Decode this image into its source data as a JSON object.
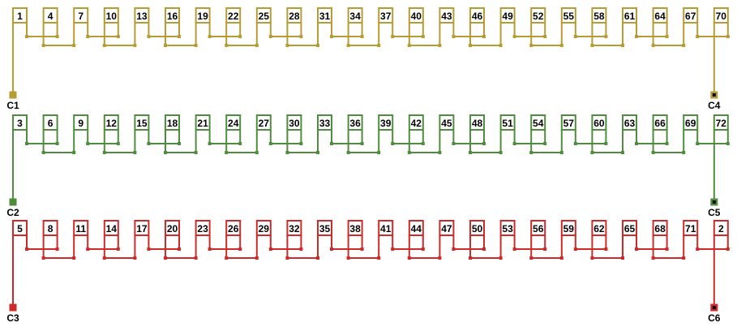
{
  "title": "Winding diagram",
  "phases": [
    {
      "color": "#b79c34",
      "slots": [
        "1",
        "4",
        "7",
        "10",
        "13",
        "16",
        "19",
        "22",
        "25",
        "28",
        "31",
        "34",
        "37",
        "40",
        "43",
        "46",
        "49",
        "52",
        "55",
        "58",
        "61",
        "64",
        "67",
        "70"
      ],
      "start_terminal": "C1",
      "end_terminal": "C4"
    },
    {
      "color": "#4f8d3e",
      "slots": [
        "3",
        "6",
        "9",
        "12",
        "15",
        "18",
        "21",
        "24",
        "27",
        "30",
        "33",
        "36",
        "39",
        "42",
        "45",
        "48",
        "51",
        "54",
        "57",
        "60",
        "63",
        "66",
        "69",
        "72"
      ],
      "start_terminal": "C2",
      "end_terminal": "C5"
    },
    {
      "color": "#cf2a2a",
      "slots": [
        "5",
        "8",
        "11",
        "14",
        "17",
        "20",
        "23",
        "26",
        "29",
        "32",
        "35",
        "38",
        "41",
        "44",
        "47",
        "50",
        "53",
        "56",
        "59",
        "62",
        "65",
        "68",
        "71",
        "2"
      ],
      "start_terminal": "C3",
      "end_terminal": "C6"
    }
  ]
}
